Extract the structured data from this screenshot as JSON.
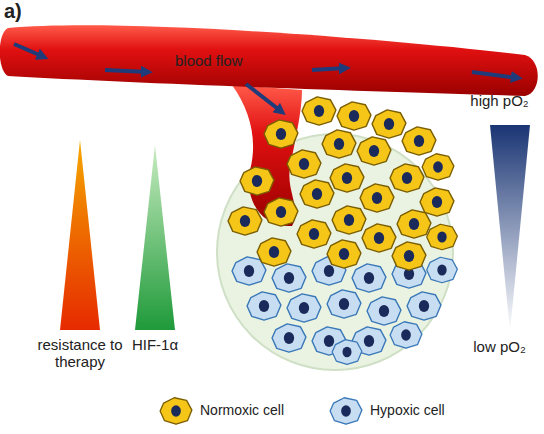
{
  "diagram": {
    "labels": [
      "a)",
      "blood flow",
      "high pO₂",
      "low pO₂",
      "resistance to therapy",
      "HIF-1α"
    ],
    "legend": [
      {
        "text": "Normoxic cell",
        "color": "#f5c518"
      },
      {
        "text": "Hypoxic cell",
        "color": "#c7ddf2"
      }
    ]
  }
}
